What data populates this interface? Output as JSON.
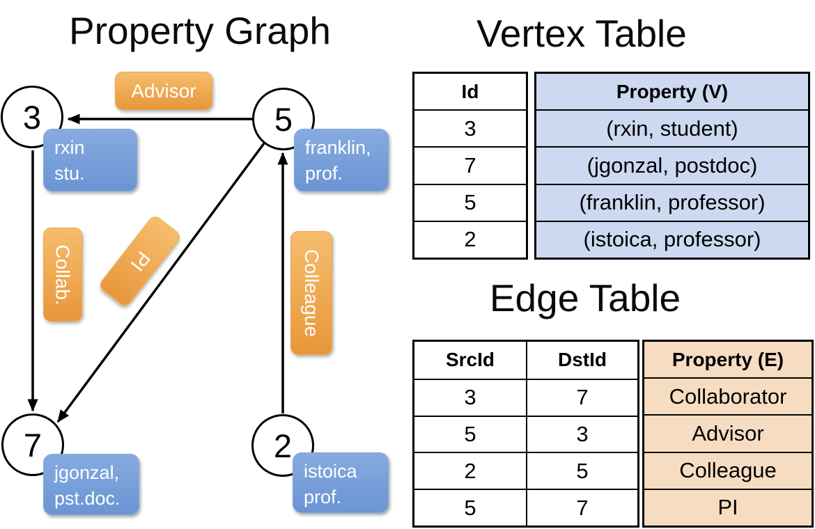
{
  "graph": {
    "title": "Property Graph",
    "nodes": [
      {
        "id": "3"
      },
      {
        "id": "5"
      },
      {
        "id": "7"
      },
      {
        "id": "2"
      }
    ],
    "vertex_labels": [
      {
        "name": "rxin",
        "line1": "rxin",
        "line2": "stu."
      },
      {
        "name": "franklin",
        "line1": "franklin,",
        "line2": "prof."
      },
      {
        "name": "jgonzal",
        "line1": "jgonzal,",
        "line2": "pst.doc."
      },
      {
        "name": "istoica",
        "line1": "istoica",
        "line2": "prof."
      }
    ],
    "edge_labels": [
      "Advisor",
      "Collab.",
      "PI",
      "Colleague"
    ]
  },
  "vertex_table": {
    "title": "Vertex Table",
    "columns": [
      "Id",
      "Property (V)"
    ],
    "rows": [
      [
        "3",
        "(rxin, student)"
      ],
      [
        "7",
        "(jgonzal, postdoc)"
      ],
      [
        "5",
        "(franklin, professor)"
      ],
      [
        "2",
        "(istoica, professor)"
      ]
    ]
  },
  "edge_table": {
    "title": "Edge Table",
    "columns": [
      "SrcId",
      "DstId",
      "Property (E)"
    ],
    "rows": [
      [
        "3",
        "7",
        "Collaborator"
      ],
      [
        "5",
        "3",
        "Advisor"
      ],
      [
        "2",
        "5",
        "Colleague"
      ],
      [
        "5",
        "7",
        "PI"
      ]
    ]
  },
  "colors": {
    "edge_label_orange": "#EFA94F",
    "vertex_label_blue": "#7CA4DC",
    "vertex_table_fill": "#CDD9F0",
    "edge_table_fill": "#F6DDC2",
    "line_color": "#000000",
    "background": "#FFFFFF"
  }
}
